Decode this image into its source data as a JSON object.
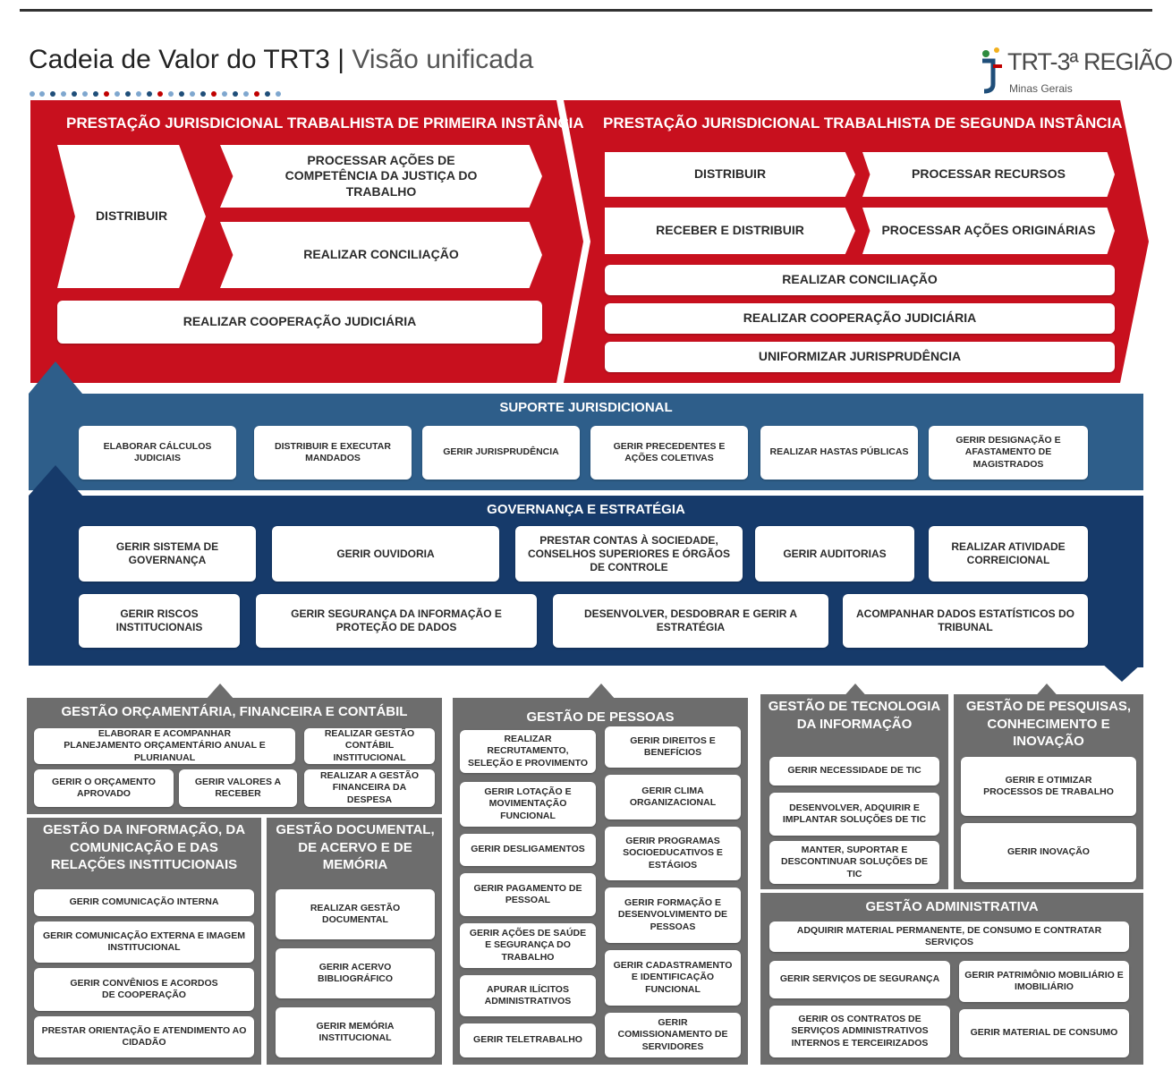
{
  "header": {
    "title": "Cadeia de Valor do TRT3",
    "separator": "|",
    "subtitle": "Visão unificada",
    "logo_text": "TRT-3ª REGIÃO",
    "logo_sub": "Minas Gerais"
  },
  "colors": {
    "red": "#c8101e",
    "support_blue": "#2e5e8a",
    "gov_navy": "#163a6a",
    "gray": "#6d6d6d",
    "dots": [
      "#1f4e79",
      "#c00000",
      "#7fa7cf"
    ]
  },
  "first_instance": {
    "title": "PRESTAÇÃO JURISDICIONAL TRABALHISTA DE PRIMEIRA INSTÂNCIA",
    "distribuir": "DISTRIBUIR",
    "processar": "PROCESSAR AÇÕES DE COMPETÊNCIA DA JUSTIÇA DO TRABALHO",
    "conciliacao": "REALIZAR CONCILIAÇÃO",
    "cooperacao": "REALIZAR COOPERAÇÃO JUDICIÁRIA"
  },
  "second_instance": {
    "title": "PRESTAÇÃO JURISDICIONAL TRABALHISTA DE SEGUNDA INSTÂNCIA",
    "distribuir": "DISTRIBUIR",
    "processar_recursos": "PROCESSAR RECURSOS",
    "receber": "RECEBER E DISTRIBUIR",
    "processar_originarias": "PROCESSAR AÇÕES ORIGINÁRIAS",
    "conciliacao": "REALIZAR CONCILIAÇÃO",
    "cooperacao": "REALIZAR COOPERAÇÃO JUDICIÁRIA",
    "uniformizar": "UNIFORMIZAR JURISPRUDÊNCIA"
  },
  "suporte": {
    "title": "SUPORTE JURISDICIONAL",
    "items": [
      "ELABORAR CÁLCULOS JUDICIAIS",
      "DISTRIBUIR E EXECUTAR MANDADOS",
      "GERIR JURISPRUDÊNCIA",
      "GERIR PRECEDENTES E AÇÕES COLETIVAS",
      "REALIZAR HASTAS PÚBLICAS",
      "GERIR DESIGNAÇÃO E AFASTAMENTO DE MAGISTRADOS"
    ]
  },
  "governanca": {
    "title": "GOVERNANÇA E ESTRATÉGIA",
    "row1": [
      "GERIR SISTEMA DE GOVERNANÇA",
      "GERIR OUVIDORIA",
      "PRESTAR CONTAS À SOCIEDADE, CONSELHOS SUPERIORES E ÓRGÃOS DE CONTROLE",
      "GERIR AUDITORIAS",
      "REALIZAR ATIVIDADE CORREICIONAL"
    ],
    "row2": [
      "GERIR RISCOS INSTITUCIONAIS",
      "GERIR SEGURANÇA DA INFORMAÇÃO E PROTEÇÃO DE DADOS",
      "DESENVOLVER, DESDOBRAR E GERIR A ESTRATÉGIA",
      "ACOMPANHAR DADOS ESTATÍSTICOS DO TRIBUNAL"
    ]
  },
  "orcamentaria": {
    "title": "GESTÃO ORÇAMENTÁRIA, FINANCEIRA E CONTÁBIL",
    "items": [
      "ELABORAR E ACOMPANHAR PLANEJAMENTO ORÇAMENTÁRIO ANUAL E PLURIANUAL",
      "REALIZAR GESTÃO CONTÁBIL INSTITUCIONAL",
      "GERIR O ORÇAMENTO APROVADO",
      "GERIR VALORES A RECEBER",
      "REALIZAR A GESTÃO FINANCEIRA DA DESPESA"
    ]
  },
  "informacao": {
    "title": "GESTÃO DA INFORMAÇÃO, DA COMUNICAÇÃO E DAS RELAÇÕES INSTITUCIONAIS",
    "items": [
      "GERIR COMUNICAÇÃO INTERNA",
      "GERIR COMUNICAÇÃO EXTERNA E IMAGEM INSTITUCIONAL",
      "GERIR CONVÊNIOS E ACORDOS DE COOPERAÇÃO",
      "PRESTAR ORIENTAÇÃO E ATENDIMENTO AO CIDADÃO"
    ]
  },
  "documental": {
    "title": "GESTÃO DOCUMENTAL, DE ACERVO E DE MEMÓRIA",
    "items": [
      "REALIZAR GESTÃO DOCUMENTAL",
      "GERIR ACERVO BIBLIOGRÁFICO",
      "GERIR MEMÓRIA INSTITUCIONAL"
    ]
  },
  "pessoas": {
    "title": "GESTÃO DE PESSOAS",
    "left": [
      "REALIZAR RECRUTAMENTO, SELEÇÃO E PROVIMENTO",
      "GERIR LOTAÇÃO E MOVIMENTAÇÃO FUNCIONAL",
      "GERIR DESLIGAMENTOS",
      "GERIR PAGAMENTO DE PESSOAL",
      "GERIR AÇÕES DE SAÚDE E SEGURANÇA DO TRABALHO",
      "APURAR ILÍCITOS ADMINISTRATIVOS",
      "GERIR TELETRABALHO"
    ],
    "right": [
      "GERIR DIREITOS E BENEFÍCIOS",
      "GERIR CLIMA ORGANIZACIONAL",
      "GERIR PROGRAMAS SOCIOEDUCATIVOS E ESTÁGIOS",
      "GERIR FORMAÇÃO E DESENVOLVIMENTO DE PESSOAS",
      "GERIR CADASTRAMENTO E IDENTIFICAÇÃO FUNCIONAL",
      "GERIR COMISSIONAMENTO DE SERVIDORES"
    ]
  },
  "tic": {
    "title": "GESTÃO DE TECNOLOGIA DA INFORMAÇÃO",
    "items": [
      "GERIR NECESSIDADE DE TIC",
      "DESENVOLVER, ADQUIRIR E IMPLANTAR SOLUÇÕES DE TIC",
      "MANTER, SUPORTAR E DESCONTINUAR SOLUÇÕES DE TIC"
    ]
  },
  "pesquisas": {
    "title": "GESTÃO DE PESQUISAS, CONHECIMENTO E INOVAÇÃO",
    "items": [
      "GERIR E OTIMIZAR PROCESSOS DE TRABALHO",
      "GERIR INOVAÇÃO"
    ]
  },
  "administrativa": {
    "title": "GESTÃO ADMINISTRATIVA",
    "items": [
      "ADQUIRIR MATERIAL PERMANENTE, DE CONSUMO E CONTRATAR SERVIÇOS",
      "GERIR SERVIÇOS DE SEGURANÇA",
      "GERIR PATRIMÔNIO MOBILIÁRIO E IMOBILIÁRIO",
      "GERIR OS CONTRATOS DE SERVIÇOS ADMINISTRATIVOS INTERNOS E TERCEIRIZADOS",
      "GERIR MATERIAL DE CONSUMO"
    ]
  }
}
